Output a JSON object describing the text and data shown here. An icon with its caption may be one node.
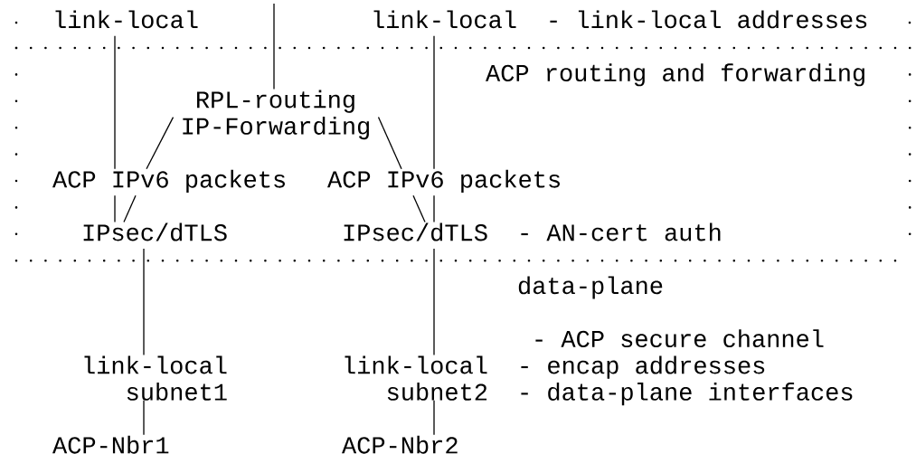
{
  "diagram": {
    "nodes": [
      {
        "text": [
          "link-local"
        ]
      },
      {
        "text": [
          "link-local"
        ]
      },
      {
        "text": [
          "ACP routing and forwarding"
        ]
      },
      {
        "text": [
          "RPL-routing IP-Forwarding"
        ],
        "in": 2
      },
      {
        "text": [
          "ACP IPv6 packets"
        ],
        "in": 2
      },
      {
        "text": [
          "ACP IPv6 packets"
        ],
        "in": 2
      },
      {
        "text": [
          "IPsec/dTLS"
        ],
        "in": 2
      },
      {
        "text": [
          "IPsec/dTLS"
        ],
        "in": 2
      },
      {
        "text": [
          "link-local subnet1"
        ]
      },
      {
        "text": [
          "link-local subnet2"
        ]
      },
      {
        "text": [
          "ACP-Nbr1"
        ]
      },
      {
        "text": [
          "ACP-Nbr2"
        ]
      }
    ],
    "edges": [
      {
        "from": null,
        "to": 3,
        "arrow": "none"
      },
      {
        "from": 3,
        "to": 4,
        "arrow": "none"
      },
      {
        "from": 3,
        "to": 5,
        "arrow": "none"
      },
      {
        "from": 0,
        "to": 4,
        "arrow": "none"
      },
      {
        "from": 1,
        "to": 5,
        "arrow": "none"
      },
      {
        "from": 4,
        "to": 6,
        "arrow": "none"
      },
      {
        "from": 4,
        "to": 6,
        "arrow": "none"
      },
      {
        "from": 5,
        "to": 7,
        "arrow": "none"
      },
      {
        "from": 5,
        "to": 7,
        "arrow": "none"
      },
      {
        "from": 6,
        "to": 8,
        "arrow": "none"
      },
      {
        "from": 7,
        "to": 9,
        "arrow": "none"
      },
      {
        "from": 8,
        "to": 10,
        "arrow": "none"
      },
      {
        "from": 9,
        "to": 11,
        "arrow": "none"
      }
    ],
    "labels": [
      "- link-local addresses",
      "- AN-cert auth",
      "data-plane",
      "- ACP secure channel",
      "- encap addresses",
      "- data-plane interfaces"
    ]
  }
}
